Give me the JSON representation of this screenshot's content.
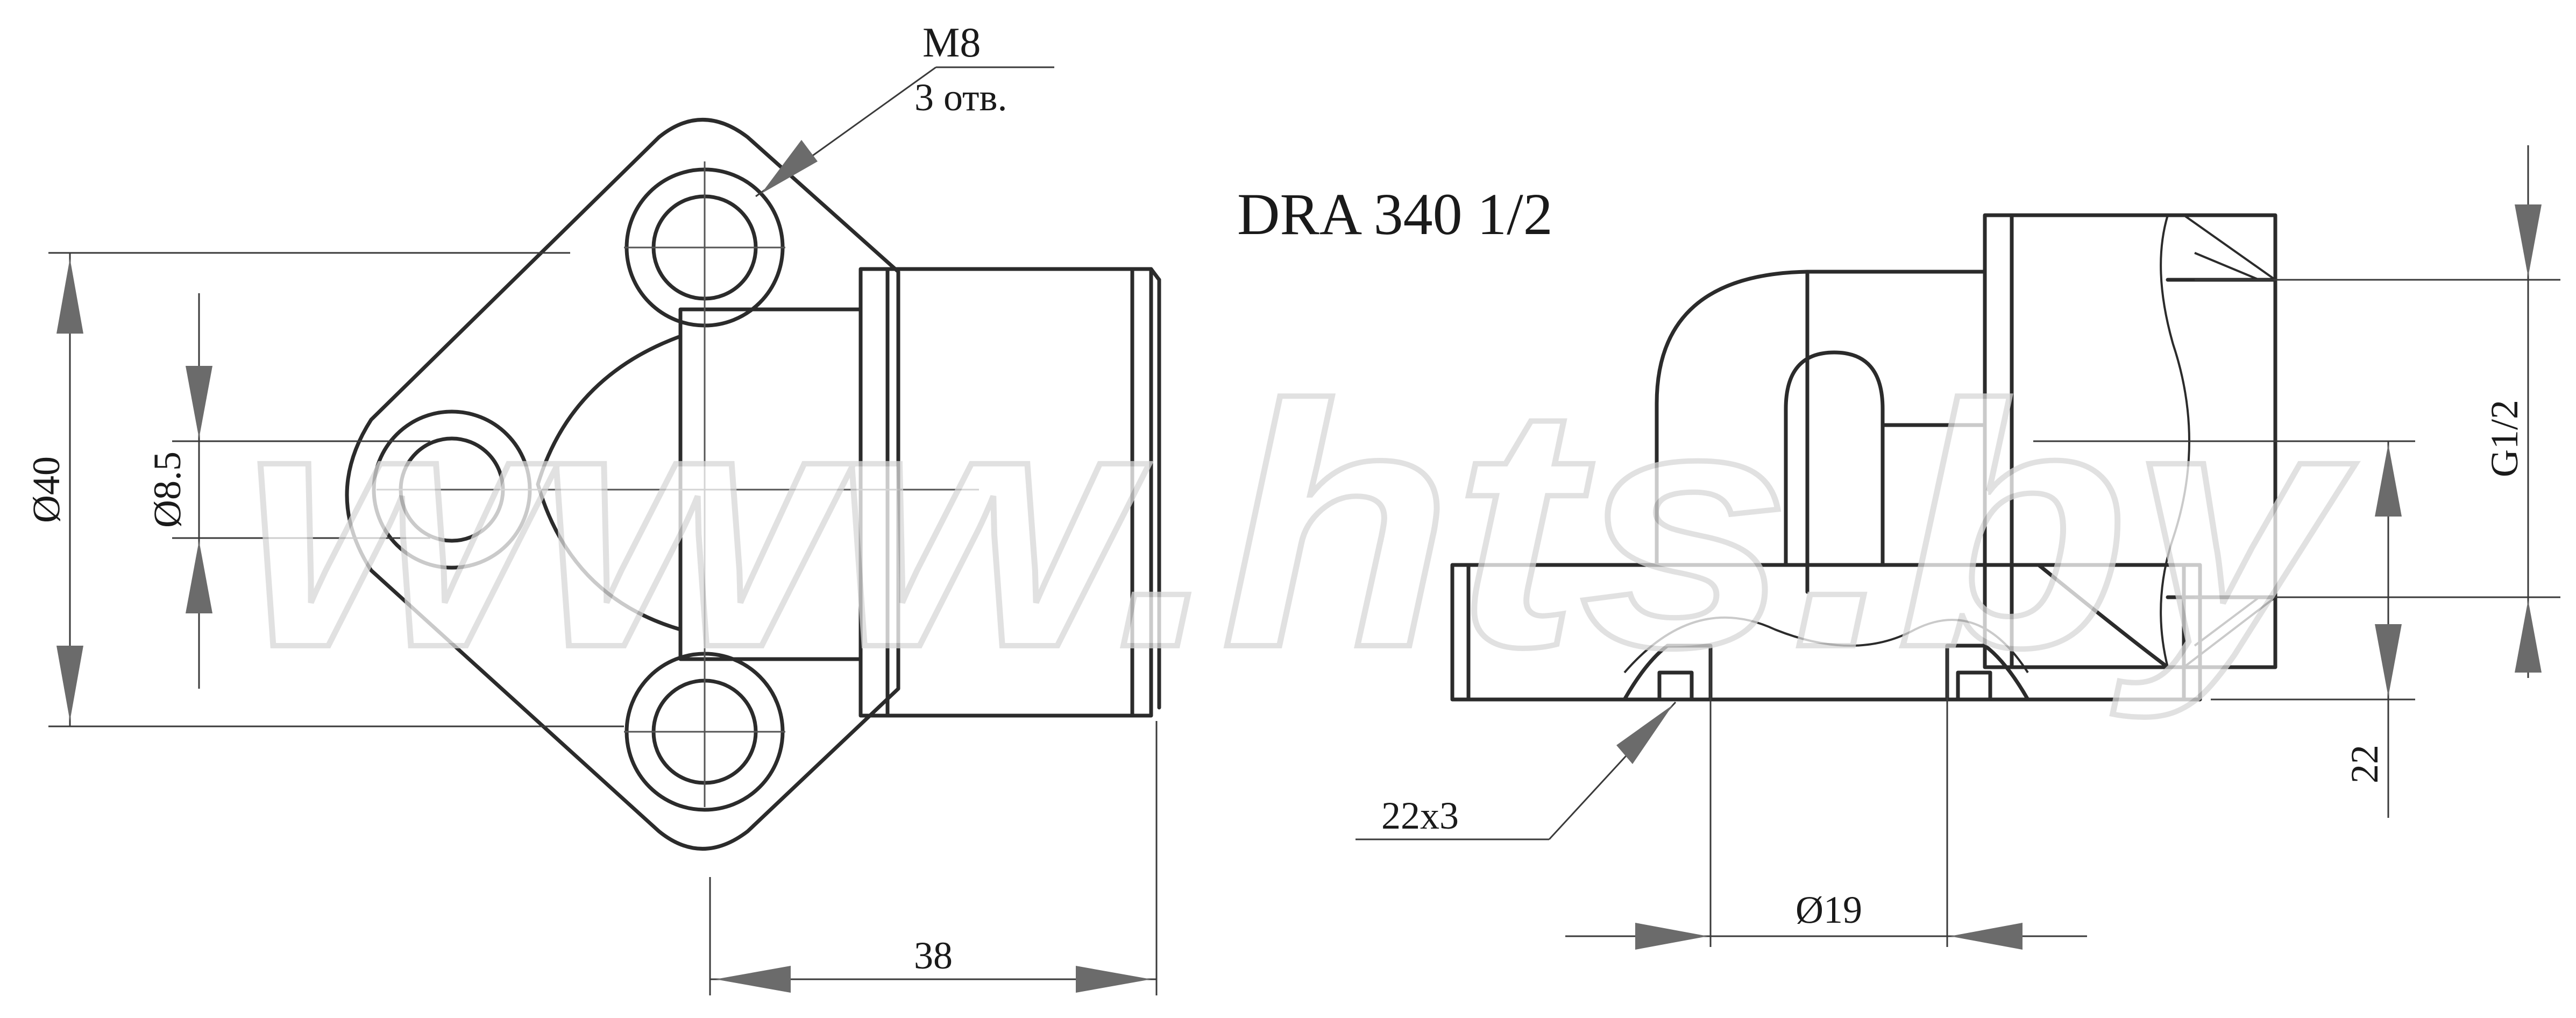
{
  "title": "DRA 340 1/2",
  "watermark": "www.hts.by",
  "labels": {
    "thread_holes": "M8",
    "holes_count": "3 отв.",
    "dia_40": "Ø40",
    "dia_8_5": "Ø8.5",
    "length_38": "38",
    "oring": "22x3",
    "dia_19": "Ø19",
    "height_22": "22",
    "thread_g": "G1/2"
  }
}
